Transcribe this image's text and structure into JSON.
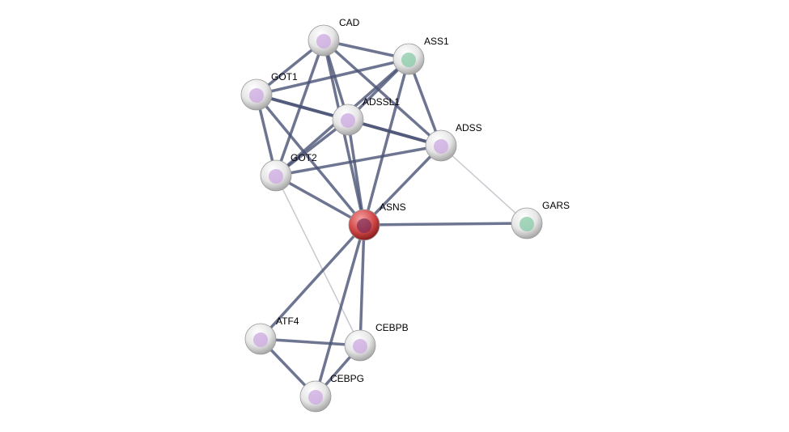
{
  "nodes": [
    {
      "id": "CAD",
      "label": "CAD",
      "type": "protein"
    },
    {
      "id": "ASS1",
      "label": "ASS1",
      "type": "protein"
    },
    {
      "id": "GOT1",
      "label": "GOT1",
      "type": "protein"
    },
    {
      "id": "ADSSL1",
      "label": "ADSSL1",
      "type": "protein"
    },
    {
      "id": "ADSS",
      "label": "ADSS",
      "type": "protein"
    },
    {
      "id": "GOT2",
      "label": "GOT2",
      "type": "protein"
    },
    {
      "id": "ASNS",
      "label": "ASNS",
      "type": "query"
    },
    {
      "id": "GARS",
      "label": "GARS",
      "type": "protein"
    },
    {
      "id": "ATF4",
      "label": "ATF4",
      "type": "protein"
    },
    {
      "id": "CEBPB",
      "label": "CEBPB",
      "type": "protein"
    },
    {
      "id": "CEBPG",
      "label": "CEBPG",
      "type": "protein"
    }
  ],
  "edges": [
    [
      "CAD",
      "ASS1",
      0.7
    ],
    [
      "CAD",
      "GOT1",
      0.7
    ],
    [
      "CAD",
      "ADSSL1",
      0.8
    ],
    [
      "CAD",
      "GOT2",
      0.7
    ],
    [
      "CAD",
      "ASNS",
      0.8
    ],
    [
      "CAD",
      "ADSS",
      0.7
    ],
    [
      "GOT1",
      "ASS1",
      0.7
    ],
    [
      "GOT1",
      "ADSSL1",
      0.95
    ],
    [
      "GOT1",
      "GOT2",
      0.7
    ],
    [
      "GOT1",
      "ASNS",
      0.7
    ],
    [
      "ASS1",
      "ADSSL1",
      0.7
    ],
    [
      "ASS1",
      "GOT2",
      0.6
    ],
    [
      "ASS1",
      "ASNS",
      0.7
    ],
    [
      "ASS1",
      "ADSS",
      0.7
    ],
    [
      "ADSSL1",
      "ADSS",
      0.95
    ],
    [
      "ADSSL1",
      "GOT2",
      0.7
    ],
    [
      "ADSSL1",
      "ASNS",
      0.8
    ],
    [
      "ADSS",
      "GOT2",
      0.7
    ],
    [
      "ADSS",
      "ASNS",
      0.7
    ],
    [
      "ADSS",
      "GARS",
      0.2
    ],
    [
      "GOT2",
      "ASNS",
      0.7
    ],
    [
      "GOT2",
      "CEBPB",
      0.2
    ],
    [
      "ASNS",
      "GARS",
      0.7
    ],
    [
      "ASNS",
      "ATF4",
      0.7
    ],
    [
      "ASNS",
      "CEBPG",
      0.7
    ],
    [
      "ASNS",
      "CEBPB",
      0.7
    ],
    [
      "ATF4",
      "CEBPB",
      0.7
    ],
    [
      "ATF4",
      "CEBPG",
      0.7
    ],
    [
      "CEBPB",
      "CEBPG",
      0.7
    ]
  ],
  "colors": {
    "edge": "#4a5275",
    "edge_light": "#c8c8d0",
    "node": "#e8e8e8",
    "query": "#d64545"
  }
}
